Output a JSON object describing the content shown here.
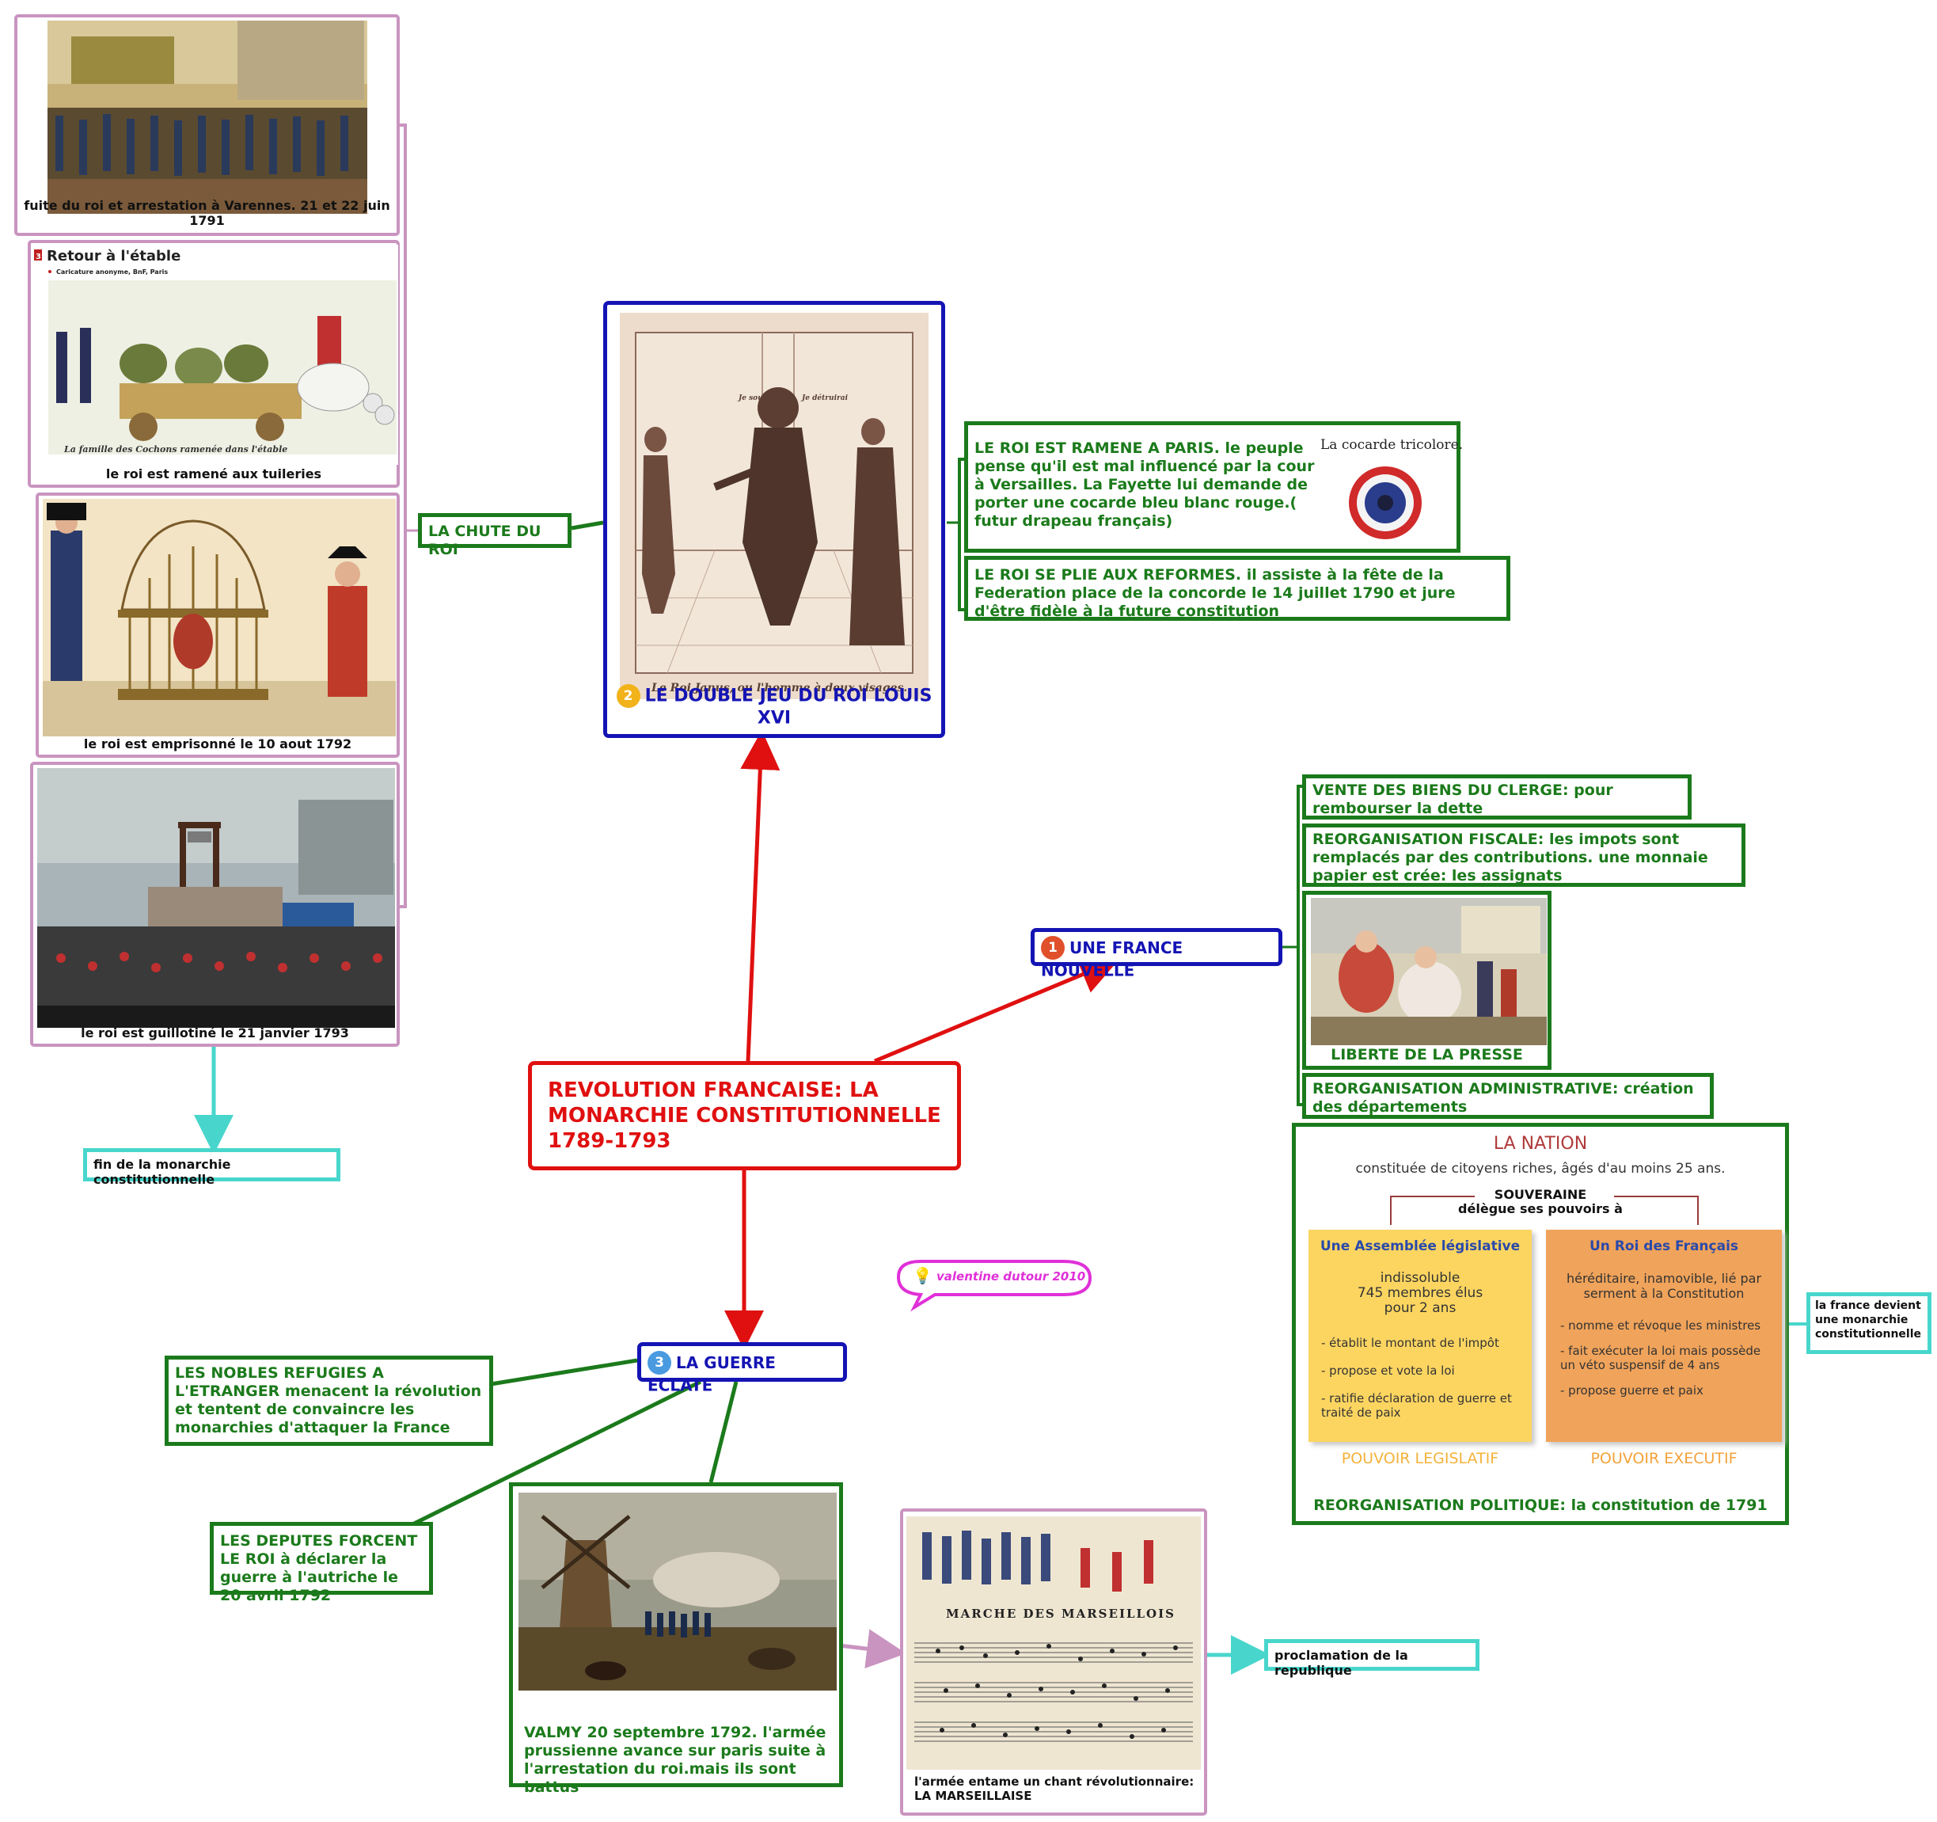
{
  "central": {
    "title": "REVOLUTION FRANCAISE: LA MONARCHIE CONSTITUTIONNELLE 1789-1793"
  },
  "branch1": {
    "badge": "1",
    "label": "UNE FRANCE NOUVELLE",
    "items": {
      "biens": "VENTE DES BIENS DU CLERGE: pour rembourser la dette",
      "fiscale": "REORGANISATION FISCALE: les impots sont remplacés par des contributions. une monnaie papier est crée: les assignats",
      "presse_caption": "LIBERTE DE LA PRESSE",
      "admin": "REORGANISATION ADMINISTRATIVE: création des départements",
      "politique_caption": "REORGANISATION POLITIQUE: la constitution de 1791"
    },
    "nation": {
      "title": "LA NATION",
      "subtitle": "constituée de citoyens riches, âgés d'au moins 25 ans.",
      "souveraine": "SOUVERAINE",
      "delegue": "délègue ses pouvoirs à",
      "assemblee": {
        "title": "Une Assemblée législative",
        "desc": "indissoluble\n745 membres élus\npour 2 ans",
        "points": [
          "- établit le montant de l'impôt",
          "- propose et vote la loi",
          "- ratifie déclaration de guerre et traité de paix"
        ],
        "footer": "POUVOIR LEGISLATIF"
      },
      "roi": {
        "title": "Un Roi des Français",
        "desc": "héréditaire, inamovible, lié par serment à la Constitution",
        "points": [
          "- nomme et révoque les ministres",
          "- fait exécuter la loi mais possède un véto suspensif de 4 ans",
          "- propose guerre et paix"
        ],
        "footer": "POUVOIR EXECUTIF"
      }
    },
    "result": "la france devient une monarchie constitutionnelle"
  },
  "branch2": {
    "badge": "2",
    "label": "LE DOUBLE JEU DU ROI LOUIS XVI",
    "engraving_caption": "Le Roi Janus, ou l'homme à deux visages.",
    "engraving_text_left": "Je soutiendrai la Constitution",
    "engraving_text_right": "Je détruirai la Constitution",
    "ramene": "LE ROI EST RAMENE A PARIS. le peuple pense qu'il est mal influencé par la cour à Versailles. La Fayette lui demande de porter une cocarde bleu blanc rouge.( futur drapeau français)",
    "cocarde": "La cocarde tricolore.",
    "reformes": "LE ROI SE PLIE AUX REFORMES. il assiste à la fête de la Federation place de la concorde le 14 juillet 1790 et jure d'être fidèle à la future constitution",
    "chute": "LA CHUTE DU ROI",
    "images": [
      {
        "caption": "fuite du roi et arrestation à Varennes. 21 et 22 juin 1791"
      },
      {
        "caption": "le roi est ramené aux tuileries",
        "title": "Retour à l'étable",
        "sub": "Caricature anonyme, BnF, Paris",
        "num": "3",
        "bottom": "La famille des Cochons ramenée dans l'étable"
      },
      {
        "caption": "le roi est emprisonné le 10 aout 1792"
      },
      {
        "caption": "le roi est guillotiné le 21 janvier 1793"
      }
    ],
    "fin": "fin de la monarchie constitutionnelle"
  },
  "branch3": {
    "badge": "3",
    "label": "LA GUERRE ECLATE",
    "nobles": "LES NOBLES REFUGIES A L'ETRANGER menacent la révolution et tentent de convaincre les monarchies d'attaquer la France",
    "deputes": "LES DEPUTES FORCENT LE ROI à déclarer la guerre à l'autriche le 20 avril 1792",
    "valmy": "VALMY 20 septembre 1792. l'armée prussienne avance sur paris suite à l'arrestation du roi.mais ils sont battus",
    "marseillaise_caption": "l'armée entame un chant révolutionnaire: LA MARSEILLAISE",
    "marseillaise_title": "MARCHE DES MARSEILLOIS",
    "republique": "proclamation de la republique"
  },
  "signature": "valentine dutour 2010",
  "colors": {
    "red": "#e01010",
    "blue": "#1414b4",
    "green": "#1b7a1b",
    "pink": "#c994c0",
    "cyan": "#48d6cc"
  }
}
